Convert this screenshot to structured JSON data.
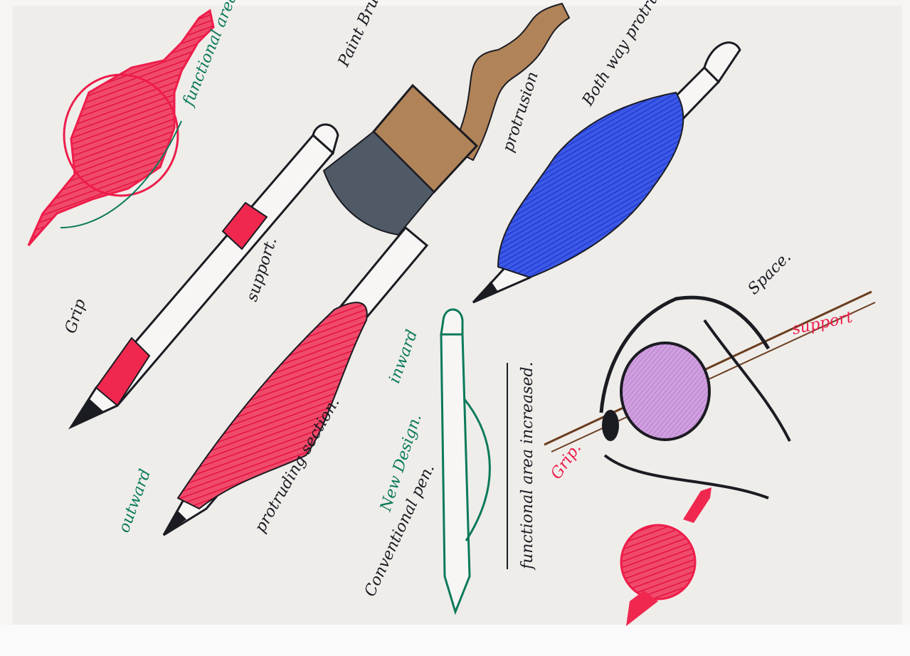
{
  "labels": {
    "functional_area_increased_top": "functional area increased.",
    "paint_brush": "Paint Brush",
    "protrusion": "protrusion",
    "both_way_protruding": "Both way protruding",
    "grip_left": "Grip",
    "support_left": "support.",
    "inward": "inward",
    "outward": "outward",
    "protruding_section": "protruding section.",
    "new_design": "New Design.",
    "conventional_pen": "Conventional pen.",
    "functional_area_increased_right": "functional area increased.",
    "space": "Space.",
    "support_right": "support",
    "grip_right": "Grip."
  },
  "colors": {
    "paper": "#f6f5f3",
    "ink_black": "#1b1b22",
    "red": "#f0284f",
    "blue": "#1e3fd8",
    "green": "#0b7a5a",
    "brown": "#b08358",
    "purple": "#c48bd6"
  }
}
